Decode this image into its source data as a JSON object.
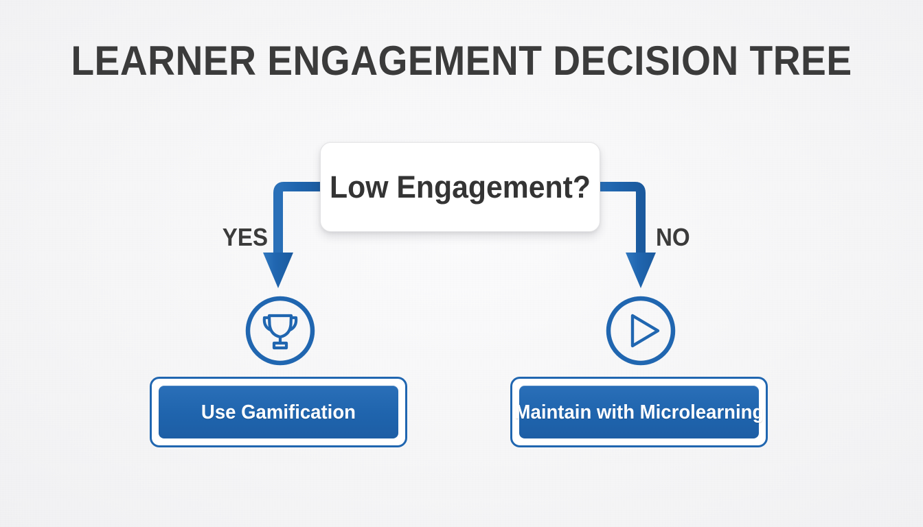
{
  "diagram": {
    "title": "LEARNER ENGAGEMENT DECISION TREE",
    "background_color": "#f5f5f6",
    "accent_color": "#2066b0",
    "text_color": "#3b3b3b"
  },
  "decision": {
    "question": "Low Engagement?",
    "box_fill": "#ffffff"
  },
  "branches": {
    "yes": {
      "label": "YES",
      "icon": "trophy-icon",
      "result": "Use Gamification"
    },
    "no": {
      "label": "NO",
      "icon": "play-icon",
      "result": "Maintain with Microlearning"
    }
  },
  "chart_data": {
    "type": "diagram",
    "title": "LEARNER ENGAGEMENT DECISION TREE",
    "nodes": [
      {
        "id": "q1",
        "kind": "decision",
        "text": "Low Engagement?"
      },
      {
        "id": "yes_icon",
        "kind": "icon",
        "text": "trophy-icon"
      },
      {
        "id": "no_icon",
        "kind": "icon",
        "text": "play-icon"
      },
      {
        "id": "yes_result",
        "kind": "outcome",
        "text": "Use Gamification"
      },
      {
        "id": "no_result",
        "kind": "outcome",
        "text": "Maintain with Microlearning"
      }
    ],
    "edges": [
      {
        "from": "q1",
        "to": "yes_icon",
        "label": "YES"
      },
      {
        "from": "q1",
        "to": "no_icon",
        "label": "NO"
      },
      {
        "from": "yes_icon",
        "to": "yes_result",
        "label": ""
      },
      {
        "from": "no_icon",
        "to": "no_result",
        "label": ""
      }
    ]
  }
}
